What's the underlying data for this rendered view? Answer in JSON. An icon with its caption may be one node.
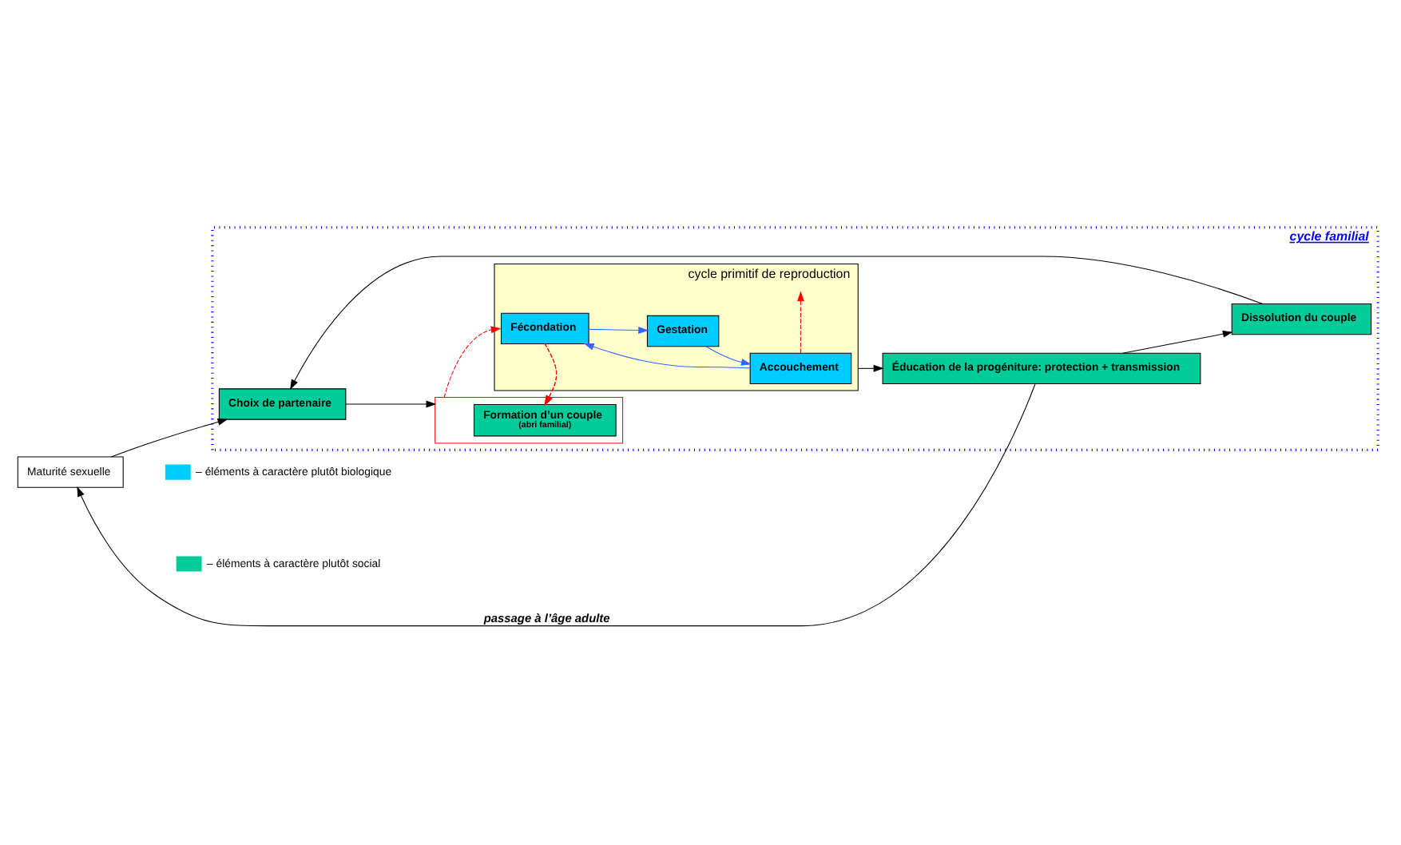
{
  "diagram": {
    "nodes": [
      {
        "text": [
          "Maturité sexuelle"
        ]
      },
      {
        "text": [
          "cycle familial"
        ]
      },
      {
        "text": [
          "Choix de partenaire"
        ],
        "in": 1
      },
      {
        "text": [],
        "shape": "box",
        "in": 1
      },
      {
        "text": [
          "cycle primitif de reproduction"
        ],
        "in": 1
      },
      {
        "text": [
          "Fécondation"
        ],
        "in": 4
      },
      {
        "text": [
          "Gestation"
        ],
        "in": 4
      },
      {
        "text": [
          "Accouchement"
        ],
        "in": 4
      },
      {
        "text": [
          "Formation d’un couple",
          "(abri familial)"
        ],
        "in": 3
      },
      {
        "text": [
          "Éducation de la progéniture: protection + transmission"
        ],
        "in": 1
      },
      {
        "text": [
          "Dissolution du couple"
        ],
        "in": 1
      }
    ],
    "edges": [
      {
        "from": 0,
        "to": 2,
        "arrow": "to"
      },
      {
        "from": 2,
        "to": 3,
        "arrow": "to"
      },
      {
        "from": 3,
        "to": 5,
        "arrow": "to",
        "style": "dashed",
        "color": "#ff0000"
      },
      {
        "from": 5,
        "to": 6,
        "arrow": "to",
        "color": "#3366ff"
      },
      {
        "from": 6,
        "to": 7,
        "arrow": "to",
        "color": "#3366ff"
      },
      {
        "from": 7,
        "to": 5,
        "arrow": "to",
        "color": "#3366ff"
      },
      {
        "from": 5,
        "to": 8,
        "arrow": "to",
        "style": "dashed",
        "color": "#ff0000"
      },
      {
        "from": 7,
        "to": null,
        "arrow": "to",
        "style": "dashed",
        "color": "#ff0000"
      },
      {
        "from": 4,
        "to": 9,
        "arrow": "to"
      },
      {
        "from": 9,
        "to": 10,
        "arrow": "to"
      },
      {
        "from": 10,
        "to": 2,
        "arrow": "to"
      },
      {
        "from": 9,
        "to": 0,
        "arrow": "to",
        "label": "passage à l’âge adulte"
      }
    ],
    "legend": [
      {
        "text": "– éléments à caractère plutôt biologique",
        "color": "#00ccff"
      },
      {
        "text": "– éléments à caractère plutôt social",
        "color": "#00cc99"
      }
    ]
  }
}
